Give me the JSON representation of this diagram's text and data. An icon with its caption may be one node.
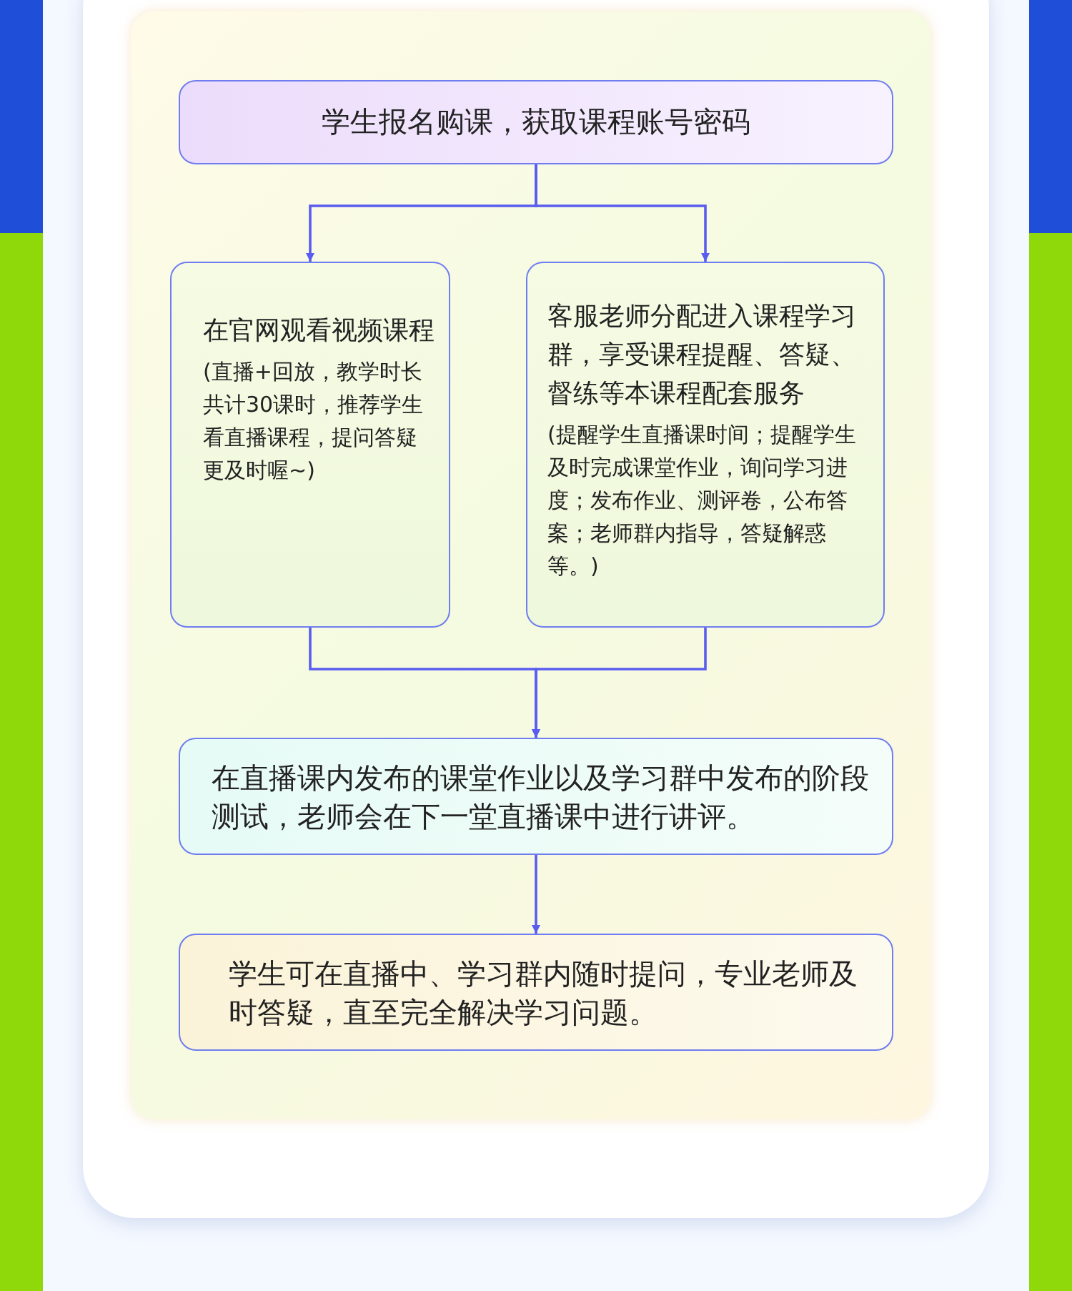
{
  "diagram": {
    "nodes": [
      {
        "text": [
          "学生报名购课，获取课程账号密码"
        ]
      },
      {
        "text": [
          "在官网观看视频课程",
          "(直播+回放，教学时长共计30课时，推荐学生看直播课程，提问答疑更及时喔~)"
        ]
      },
      {
        "text": [
          "客服老师分配进入课程学习群，享受课程提醒、答疑、督练等本课程配套服务",
          "(提醒学生直播课时间；提醒学生及时完成课堂作业，询问学习进度；发布作业、测评卷，公布答案；老师群内指导，答疑解惑等。)"
        ]
      },
      {
        "text": [
          "在直播课内发布的课堂作业以及学习群中发布的阶段测试，老师会在下一堂直播课中进行讲评。"
        ]
      },
      {
        "text": [
          "学生可在直播中、学习群内随时提问，专业老师及时答疑，直至完全解决学习问题。"
        ]
      }
    ],
    "edges": [
      {
        "from": 0,
        "to": 1,
        "arrow": "to"
      },
      {
        "from": 0,
        "to": 2,
        "arrow": "to"
      },
      {
        "from": 1,
        "to": 3,
        "arrow": "to"
      },
      {
        "from": 2,
        "to": 3,
        "arrow": "to"
      },
      {
        "from": 3,
        "to": 4,
        "arrow": "to"
      }
    ]
  }
}
